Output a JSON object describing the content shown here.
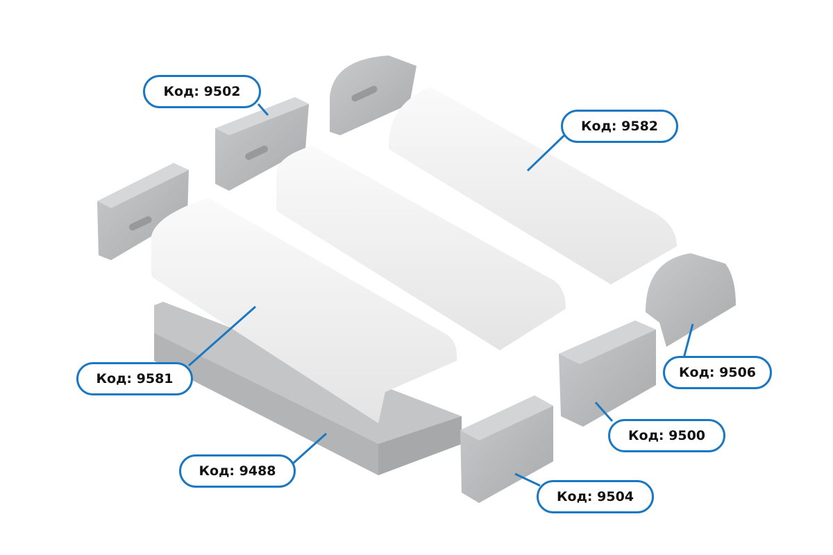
{
  "colors": {
    "accent": "#1a78c2",
    "part_gray": "#b9babc",
    "cover_white": "#f2f2f2"
  },
  "labels": {
    "l9502": "Код: 9502",
    "l9582": "Код: 9582",
    "l9581": "Код: 9581",
    "l9506": "Код: 9506",
    "l9500": "Код: 9500",
    "l9488": "Код: 9488",
    "l9504": "Код: 9504"
  }
}
